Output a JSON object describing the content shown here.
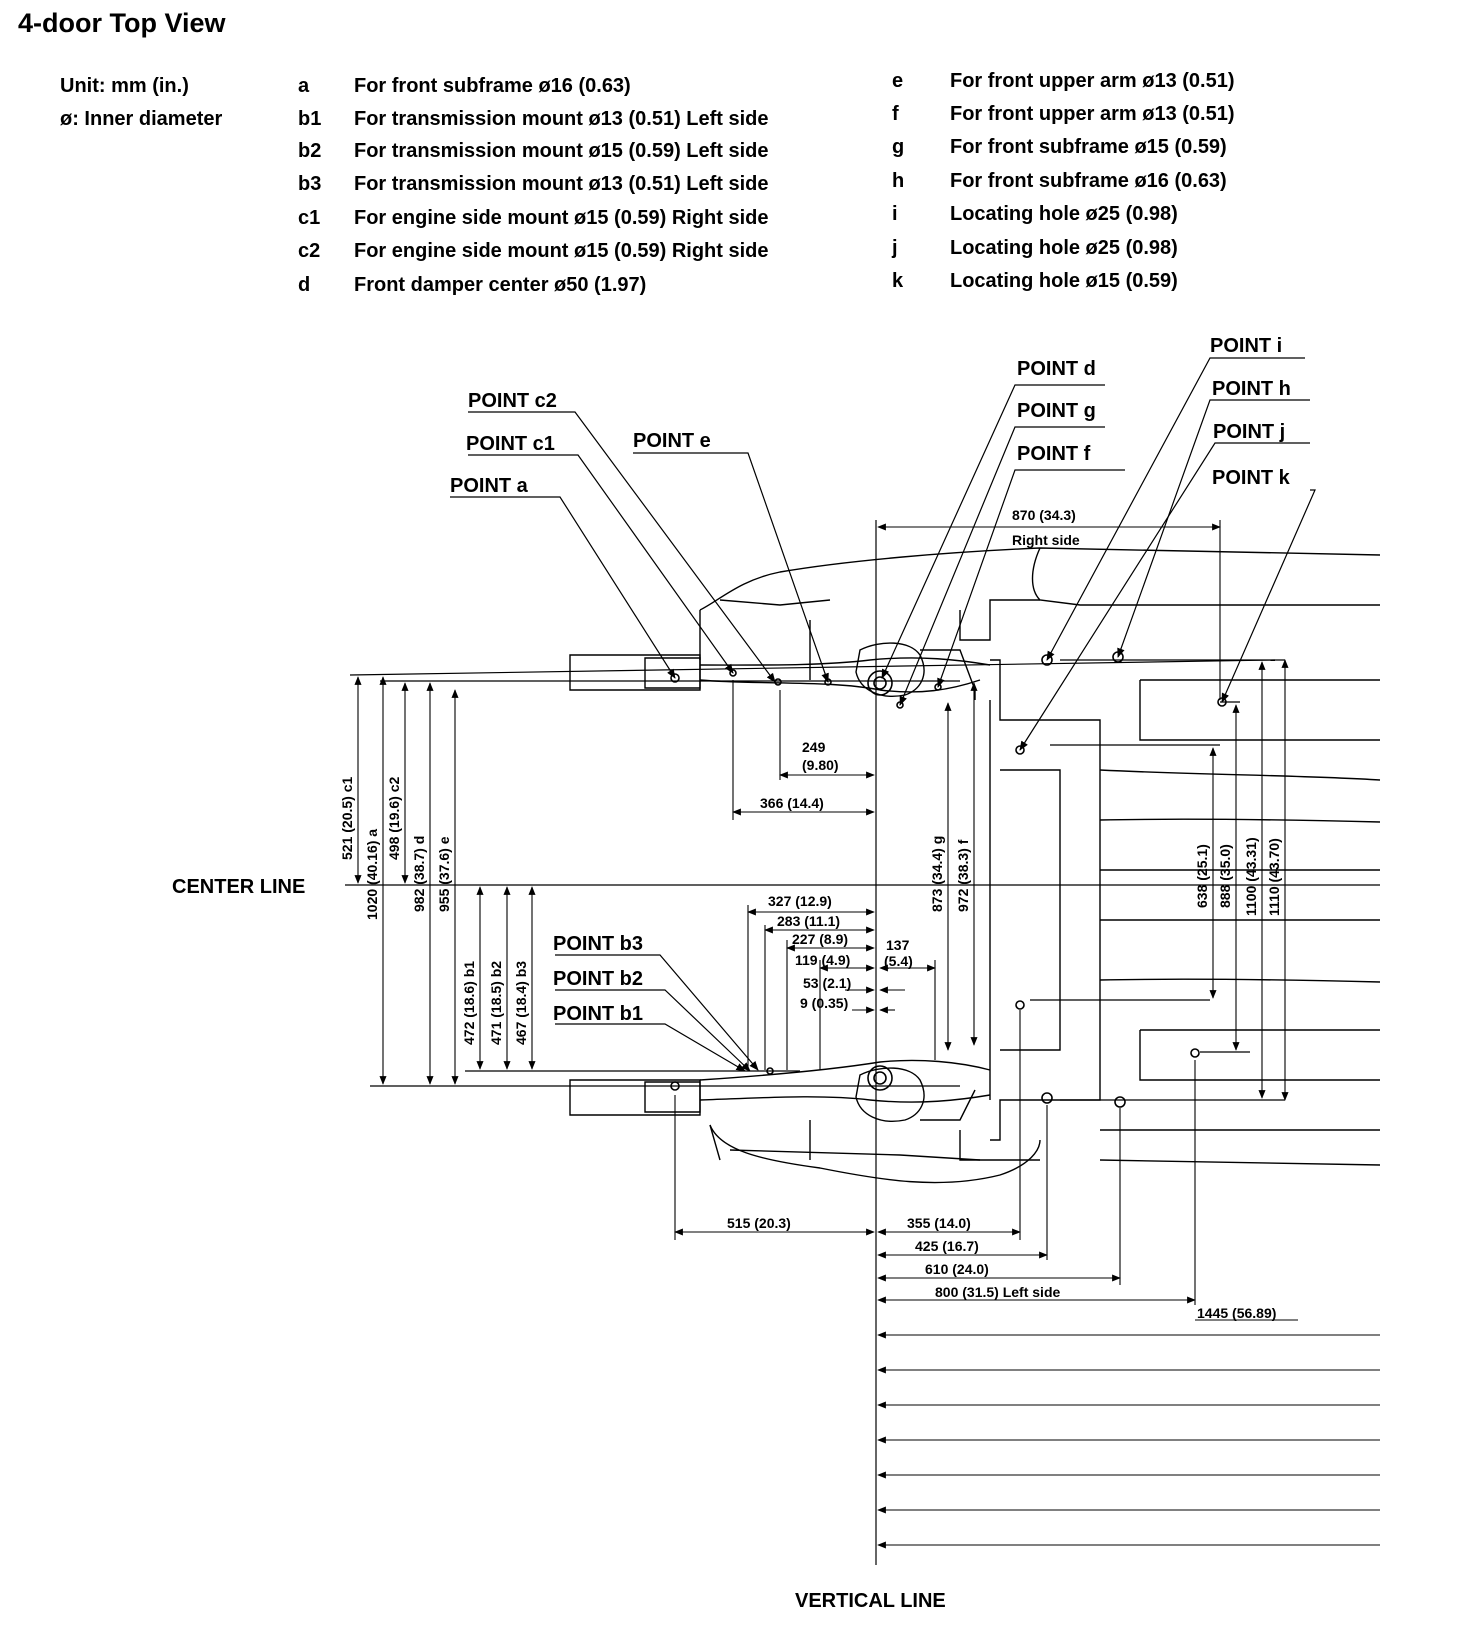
{
  "title": "4-door Top View",
  "unit_label": "Unit: mm (in.)",
  "diameter_label": "ø: Inner diameter",
  "legend_left": [
    {
      "key": "a",
      "text": "For front subframe ø16 (0.63)"
    },
    {
      "key": "b1",
      "text": "For transmission mount ø13 (0.51) Left side"
    },
    {
      "key": "b2",
      "text": "For transmission mount ø15 (0.59) Left side"
    },
    {
      "key": "b3",
      "text": "For transmission mount ø13 (0.51) Left side"
    },
    {
      "key": "c1",
      "text": "For engine side mount ø15 (0.59) Right side"
    },
    {
      "key": "c2",
      "text": "For engine side mount ø15 (0.59) Right side"
    },
    {
      "key": "d",
      "text": "Front damper center ø50 (1.97)"
    }
  ],
  "legend_right": [
    {
      "key": "e",
      "text": "For front upper arm ø13 (0.51)"
    },
    {
      "key": "f",
      "text": "For front upper arm ø13 (0.51)"
    },
    {
      "key": "g",
      "text": "For front subframe ø15 (0.59)"
    },
    {
      "key": "h",
      "text": "For front subframe ø16 (0.63)"
    },
    {
      "key": "i",
      "text": "Locating hole ø25 (0.98)"
    },
    {
      "key": "j",
      "text": "Locating hole ø25 (0.98)"
    },
    {
      "key": "k",
      "text": "Locating hole ø15 (0.59)"
    }
  ],
  "points": {
    "c2": "POINT c2",
    "c1": "POINT c1",
    "a": "POINT a",
    "e": "POINT e",
    "d": "POINT d",
    "g": "POINT g",
    "f": "POINT f",
    "i": "POINT i",
    "h": "POINT h",
    "j": "POINT j",
    "k": "POINT k",
    "b3": "POINT b3",
    "b2": "POINT b2",
    "b1": "POINT b1"
  },
  "center_line": "CENTER LINE",
  "vertical_line": "VERTICAL LINE",
  "dims": {
    "d870": "870 (34.3)",
    "right_side": "Right side",
    "d249": "249",
    "d249in": "(9.80)",
    "d366": "366 (14.4)",
    "d327": "327 (12.9)",
    "d283": "283 (11.1)",
    "d227": "227 (8.9)",
    "d137": "137",
    "d137in": "(5.4)",
    "d119": "119 (4.9)",
    "d53": "53 (2.1)",
    "d9": "9 (0.35)",
    "d515": "515 (20.3)",
    "d355": "355 (14.0)",
    "d425": "425 (16.7)",
    "d610": "610 (24.0)",
    "d800": "800 (31.5) Left side",
    "d1445": "1445 (56.89)",
    "v521": "521 (20.5) c1",
    "v1020": "1020 (40.16) a",
    "v498": "498 (19.6) c2",
    "v982": "982 (38.7) d",
    "v955": "955 (37.6) e",
    "v472": "472 (18.6) b1",
    "v471": "471 (18.5) b2",
    "v467": "467 (18.4) b3",
    "v873": "873 (34.4) g",
    "v972": "972 (38.3) f",
    "v638": "638 (25.1)",
    "v888": "888 (35.0)",
    "v1100": "1100 (43.31)",
    "v1110": "1110 (43.70)"
  }
}
